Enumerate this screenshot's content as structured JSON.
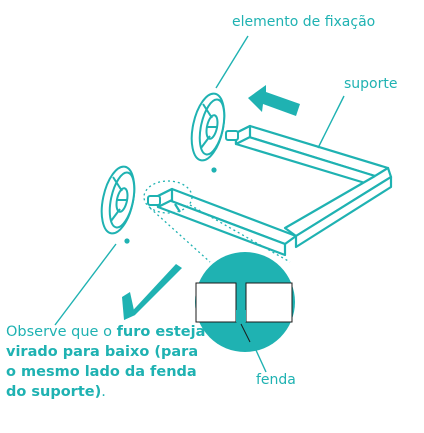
{
  "labels": {
    "fixing_element": "elemento de fixação",
    "support": "suporte",
    "slot": "fenda"
  },
  "note": {
    "intro": "Observe que o ",
    "hole": "furo",
    "rest_bold": " esteja virado para baixo (para o mesmo lado da fenda do suporte)",
    "end": "."
  },
  "colors": {
    "accent": "#1fb2b2",
    "stroke": "#1a1a1a",
    "fill_light": "#ffffff",
    "fill_gray": "#e8e8e8"
  },
  "icons": {
    "direction": "arrow-left-icon",
    "orientation": "checkmark-icon"
  }
}
